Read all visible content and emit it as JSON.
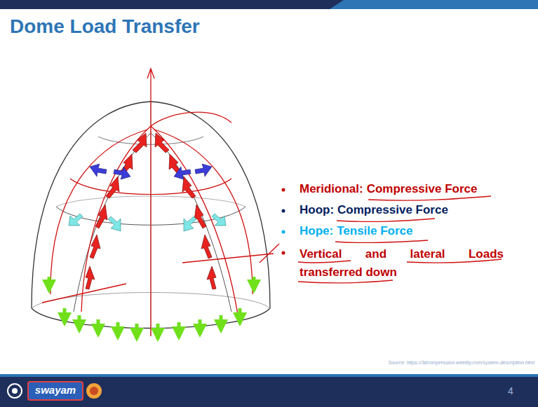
{
  "diagram": {
    "title": "Dome Load Transfer",
    "labels": [
      "Meridional:",
      "Compressive Force",
      "Hoop:",
      "Compressive Force",
      "Hope:",
      "Tensile Force",
      "Vertical and lateral Loads transferred down",
      "Source: https://3dcompression.weebly.com/system-description.html",
      "4",
      "swayam"
    ]
  }
}
